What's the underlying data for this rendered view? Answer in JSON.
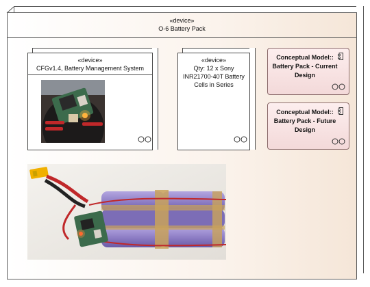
{
  "package": {
    "stereotype": "«device»",
    "title": "O-6 Battery Pack"
  },
  "bms_node": {
    "stereotype": "«device»",
    "title": "CFGv1.4, Battery Management System"
  },
  "cells_node": {
    "stereotype": "«device»",
    "title_lines": [
      "Qty: 12 x Sony",
      "INR21700-40T Battery",
      "Cells in Series"
    ]
  },
  "components": [
    {
      "lines": [
        "Conceptual Model::",
        "Battery Pack - Current",
        "Design"
      ]
    },
    {
      "lines": [
        "Conceptual Model::",
        "Battery Pack - Future",
        "Design"
      ]
    }
  ],
  "colors": {
    "component_fill": "#f3d9d9",
    "component_border": "#8b6b6b",
    "package_fill": "#f5e6d8",
    "cell_wrap": "#8f7fc6",
    "tape": "#c9a25a",
    "wire_red": "#c0282a",
    "connector_yellow": "#f0b000"
  }
}
